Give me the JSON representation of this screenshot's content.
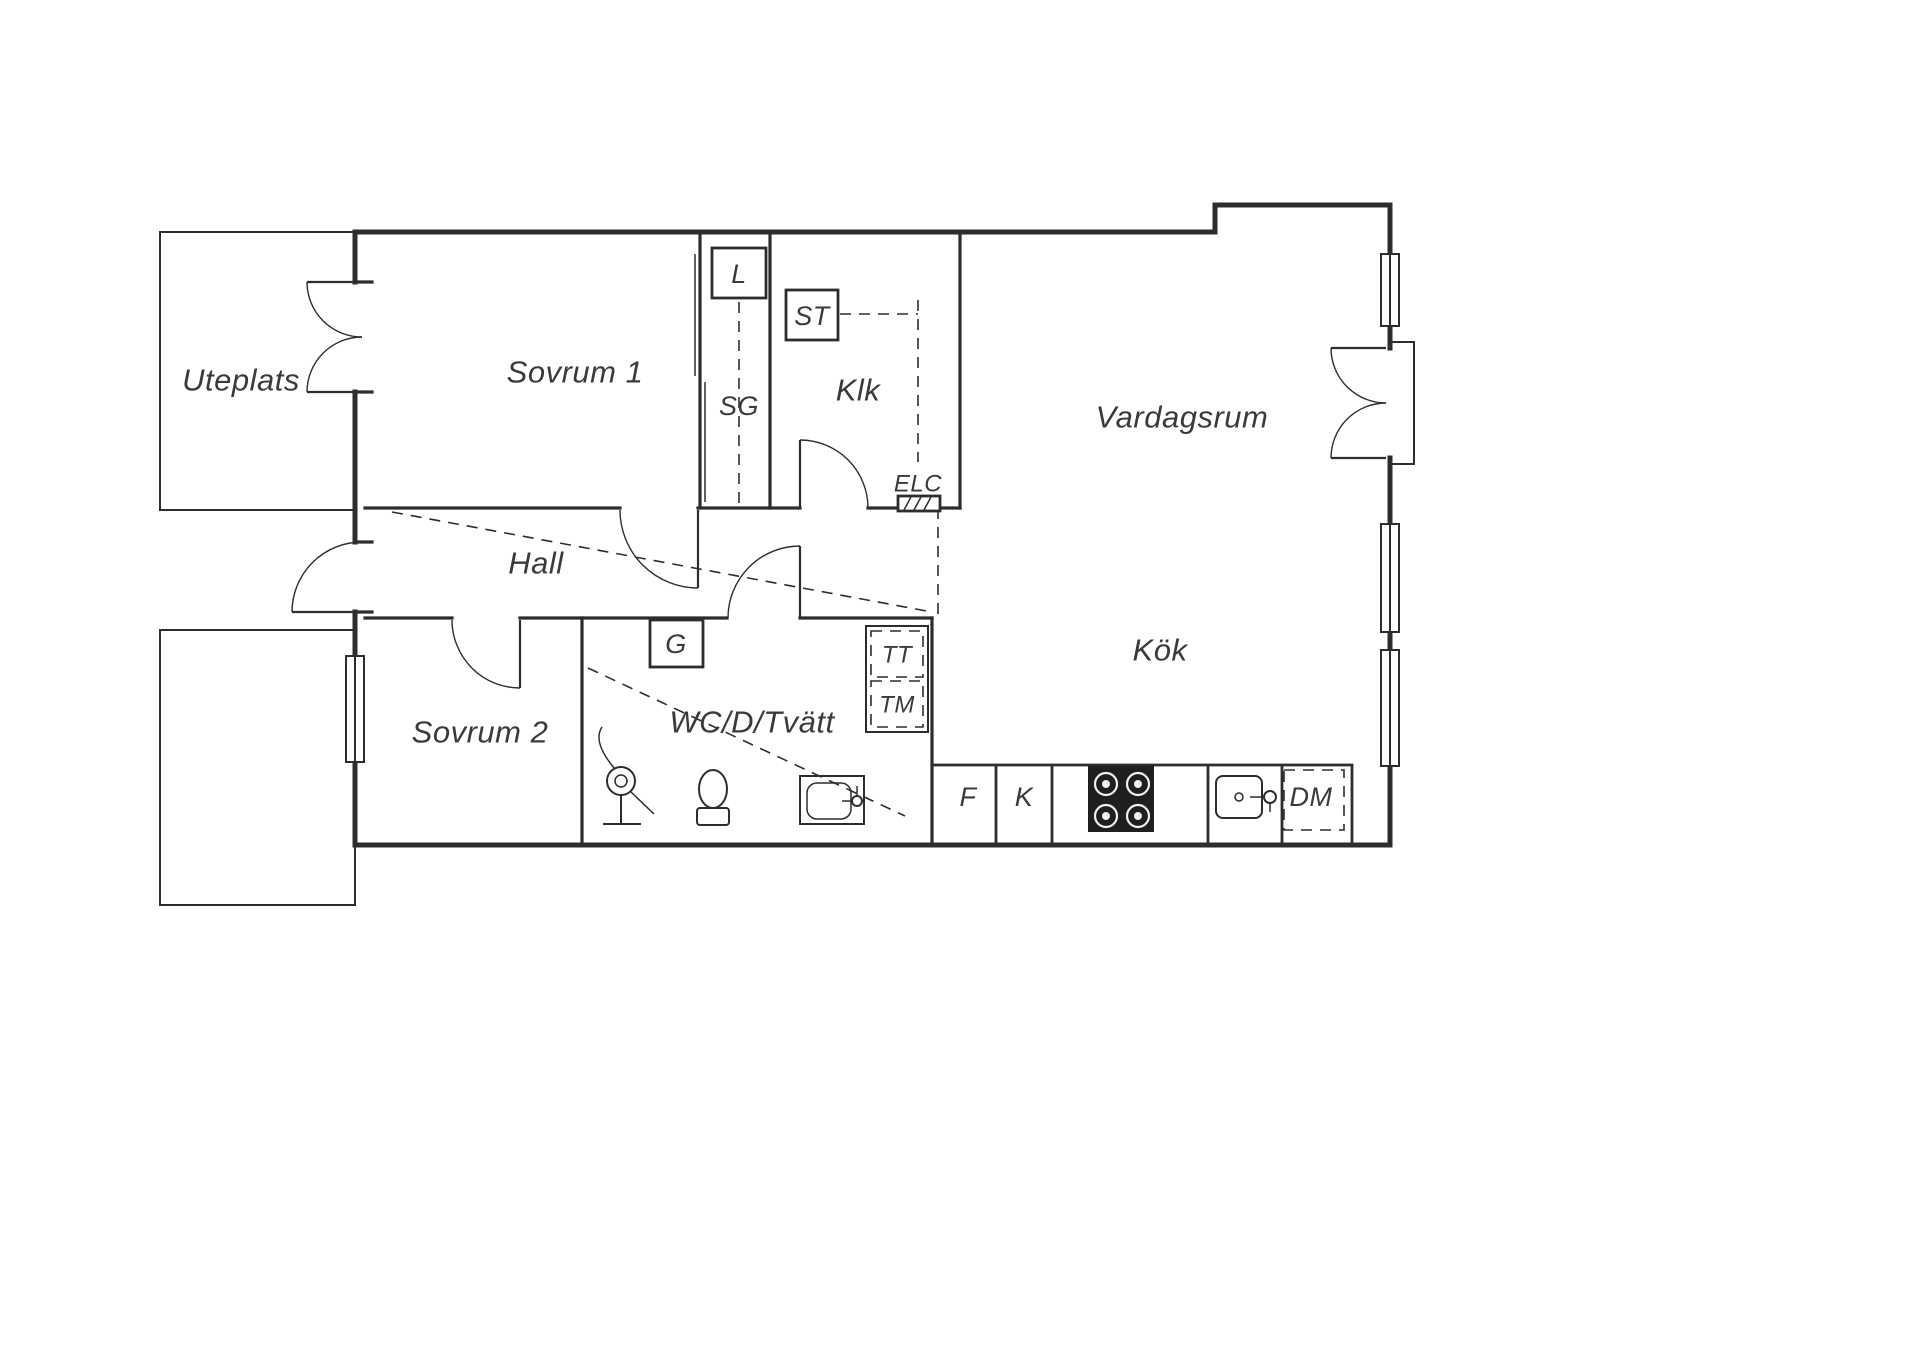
{
  "rooms": {
    "uteplats": "Uteplats",
    "sovrum1": "Sovrum 1",
    "l": "L",
    "sg": "SG",
    "st": "ST",
    "klk": "Klk",
    "elc": "ELC",
    "vardagsrum": "Vardagsrum",
    "hall": "Hall",
    "g": "G",
    "tt": "TT",
    "tm": "TM",
    "sovrum2": "Sovrum 2",
    "wc": "WC/D/Tvätt",
    "kok": "Kök",
    "f": "F",
    "k": "K",
    "dm": "DM"
  },
  "colors": {
    "wall": "#2d2d2d",
    "text": "#3a3a3a",
    "background": "#ffffff",
    "stove": "#1f1f1f"
  }
}
